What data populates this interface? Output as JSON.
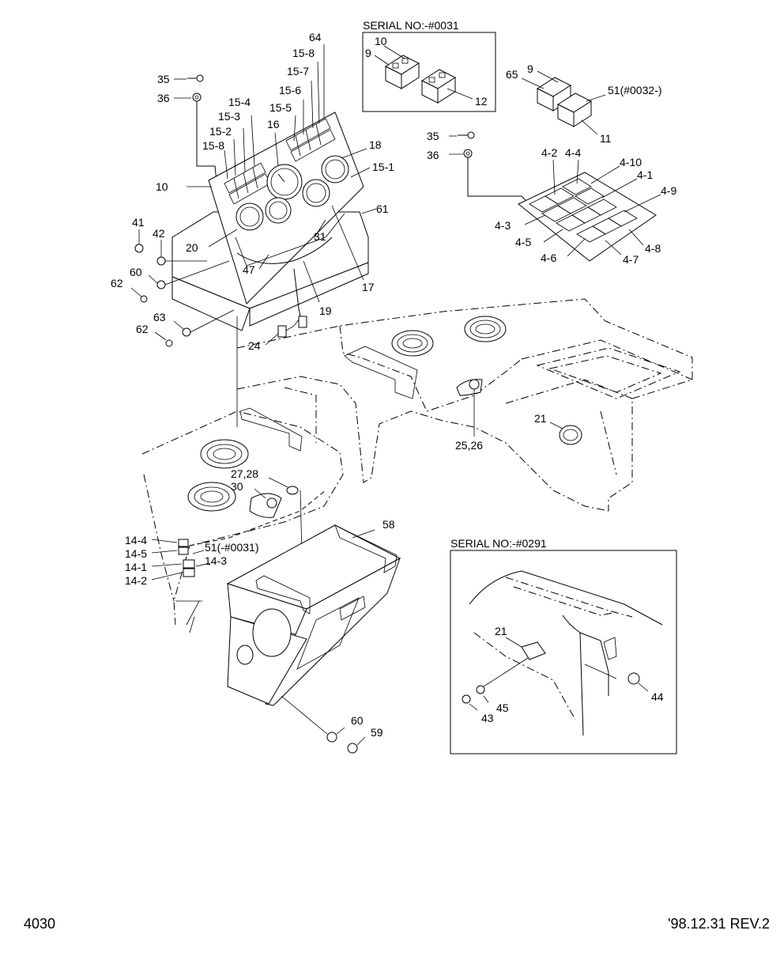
{
  "page": {
    "number": "4030",
    "revision": "'98.12.31  REV.2"
  },
  "insets": {
    "top": {
      "title": "SERIAL NO:-#0031"
    },
    "bottom": {
      "title": "SERIAL NO:-#0291"
    }
  },
  "labels": {
    "l35a": "35",
    "l36a": "36",
    "l15_4": "15-4",
    "l15_3": "15-3",
    "l15_2": "15-2",
    "l15_8a": "15-8",
    "l16": "16",
    "l15_5": "15-5",
    "l15_6": "15-6",
    "l15_7": "15-7",
    "l15_8b": "15-8",
    "l64": "64",
    "l18": "18",
    "l15_1": "15-1",
    "l10a": "10",
    "l61": "61",
    "l41": "41",
    "l42": "42",
    "l20": "20",
    "l31": "31",
    "l47": "47",
    "l60a": "60",
    "l62a": "62",
    "l19": "19",
    "l17": "17",
    "l63": "63",
    "l62b": "62",
    "l24": "24",
    "l10b": "10",
    "l9a": "9",
    "l12": "12",
    "l65": "65",
    "l9b": "9",
    "l51a": "51(#0032-)",
    "l11": "11",
    "l35b": "35",
    "l36b": "36",
    "l4_2": "4-2",
    "l4_4": "4-4",
    "l4_10": "4-10",
    "l4_1": "4-1",
    "l4_9": "4-9",
    "l4_3": "4-3",
    "l4_5": "4-5",
    "l4_6": "4-6",
    "l4_7": "4-7",
    "l4_8": "4-8",
    "l21a": "21",
    "l25_26": "25,26",
    "l27_28": "27,28",
    "l30": "30",
    "l58": "58",
    "l14_4": "14-4",
    "l14_5": "14-5",
    "l14_1": "14-1",
    "l14_2": "14-2",
    "l51b": "51(-#0031)",
    "l14_3": "14-3",
    "l60b": "60",
    "l59": "59",
    "l21b": "21",
    "l44": "44",
    "l45": "45",
    "l43": "43"
  }
}
